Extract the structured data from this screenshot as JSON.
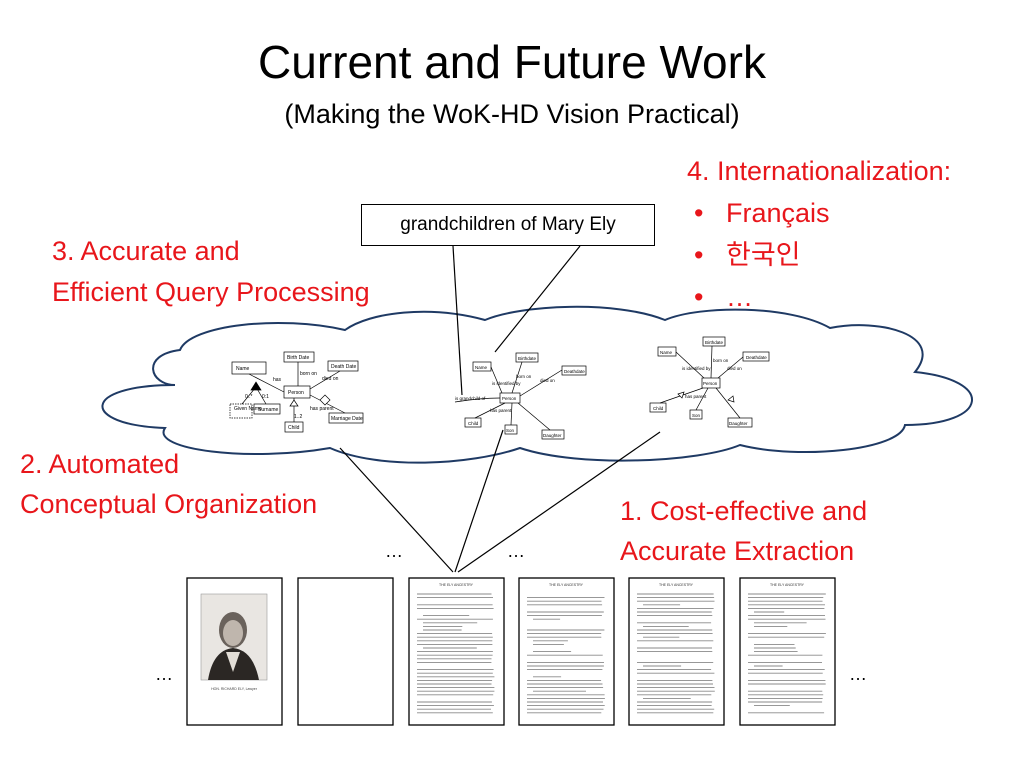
{
  "slide": {
    "title": "Current and Future Work",
    "subtitle": "(Making the WoK-HD Vision Practical)"
  },
  "items": {
    "internationalization": {
      "heading": "4. Internationalization:",
      "bullets": [
        "Français",
        "한국인",
        "…"
      ]
    },
    "query_processing": {
      "line1": "3. Accurate and",
      "line2": "Efficient Query Processing"
    },
    "conceptual_organization": {
      "line1": "2. Automated",
      "line2": "Conceptual Organization"
    },
    "extraction": {
      "line1": "1. Cost-effective and",
      "line2": "Accurate Extraction"
    }
  },
  "query_box": {
    "text": "grandchildren of Mary Ely"
  },
  "ellipses": {
    "upper_left": "…",
    "upper_right": "…",
    "pages_left": "…",
    "pages_right": "…"
  },
  "diagram_labels": {
    "left": {
      "name": "Name",
      "birth_date": "Birth Date",
      "death_date": "Death Date",
      "person": "Person",
      "given_name": "Given Name",
      "surname": "Surname",
      "child": "Child",
      "marriage_date": "Marriage Date",
      "has": "has",
      "born_on": "born on",
      "died_on": "died on",
      "has_parent": "has parent",
      "card1": "0..*",
      "card2": "0:1",
      "card3": "1..2"
    },
    "middle": {
      "name": "Name",
      "birthdate": "Birthdate",
      "deathdate": "Deathdate",
      "person": "Person",
      "child": "Child",
      "son": "Son",
      "daughter": "Daughter",
      "identified_by": "is identified by",
      "born_on": "born on",
      "died_on": "died on",
      "has_parent": "has parent",
      "grandchild_of": "is grandchild of"
    },
    "right": {
      "name": "Name",
      "birthdate": "Birthdate",
      "deathdate": "Deathdate",
      "person": "Person",
      "child": "Child",
      "son": "Son",
      "daughter": "Daughter",
      "identified_by": "is identified by",
      "born_on": "born on",
      "died_on": "died on",
      "has_parent": "has parent"
    }
  },
  "pages": {
    "header": "THE ELY ANCESTRY",
    "portrait_caption": "HON. RICHARD ELY, Lawyer"
  },
  "colors": {
    "accent_red": "#e8161b",
    "line": "#000000"
  }
}
